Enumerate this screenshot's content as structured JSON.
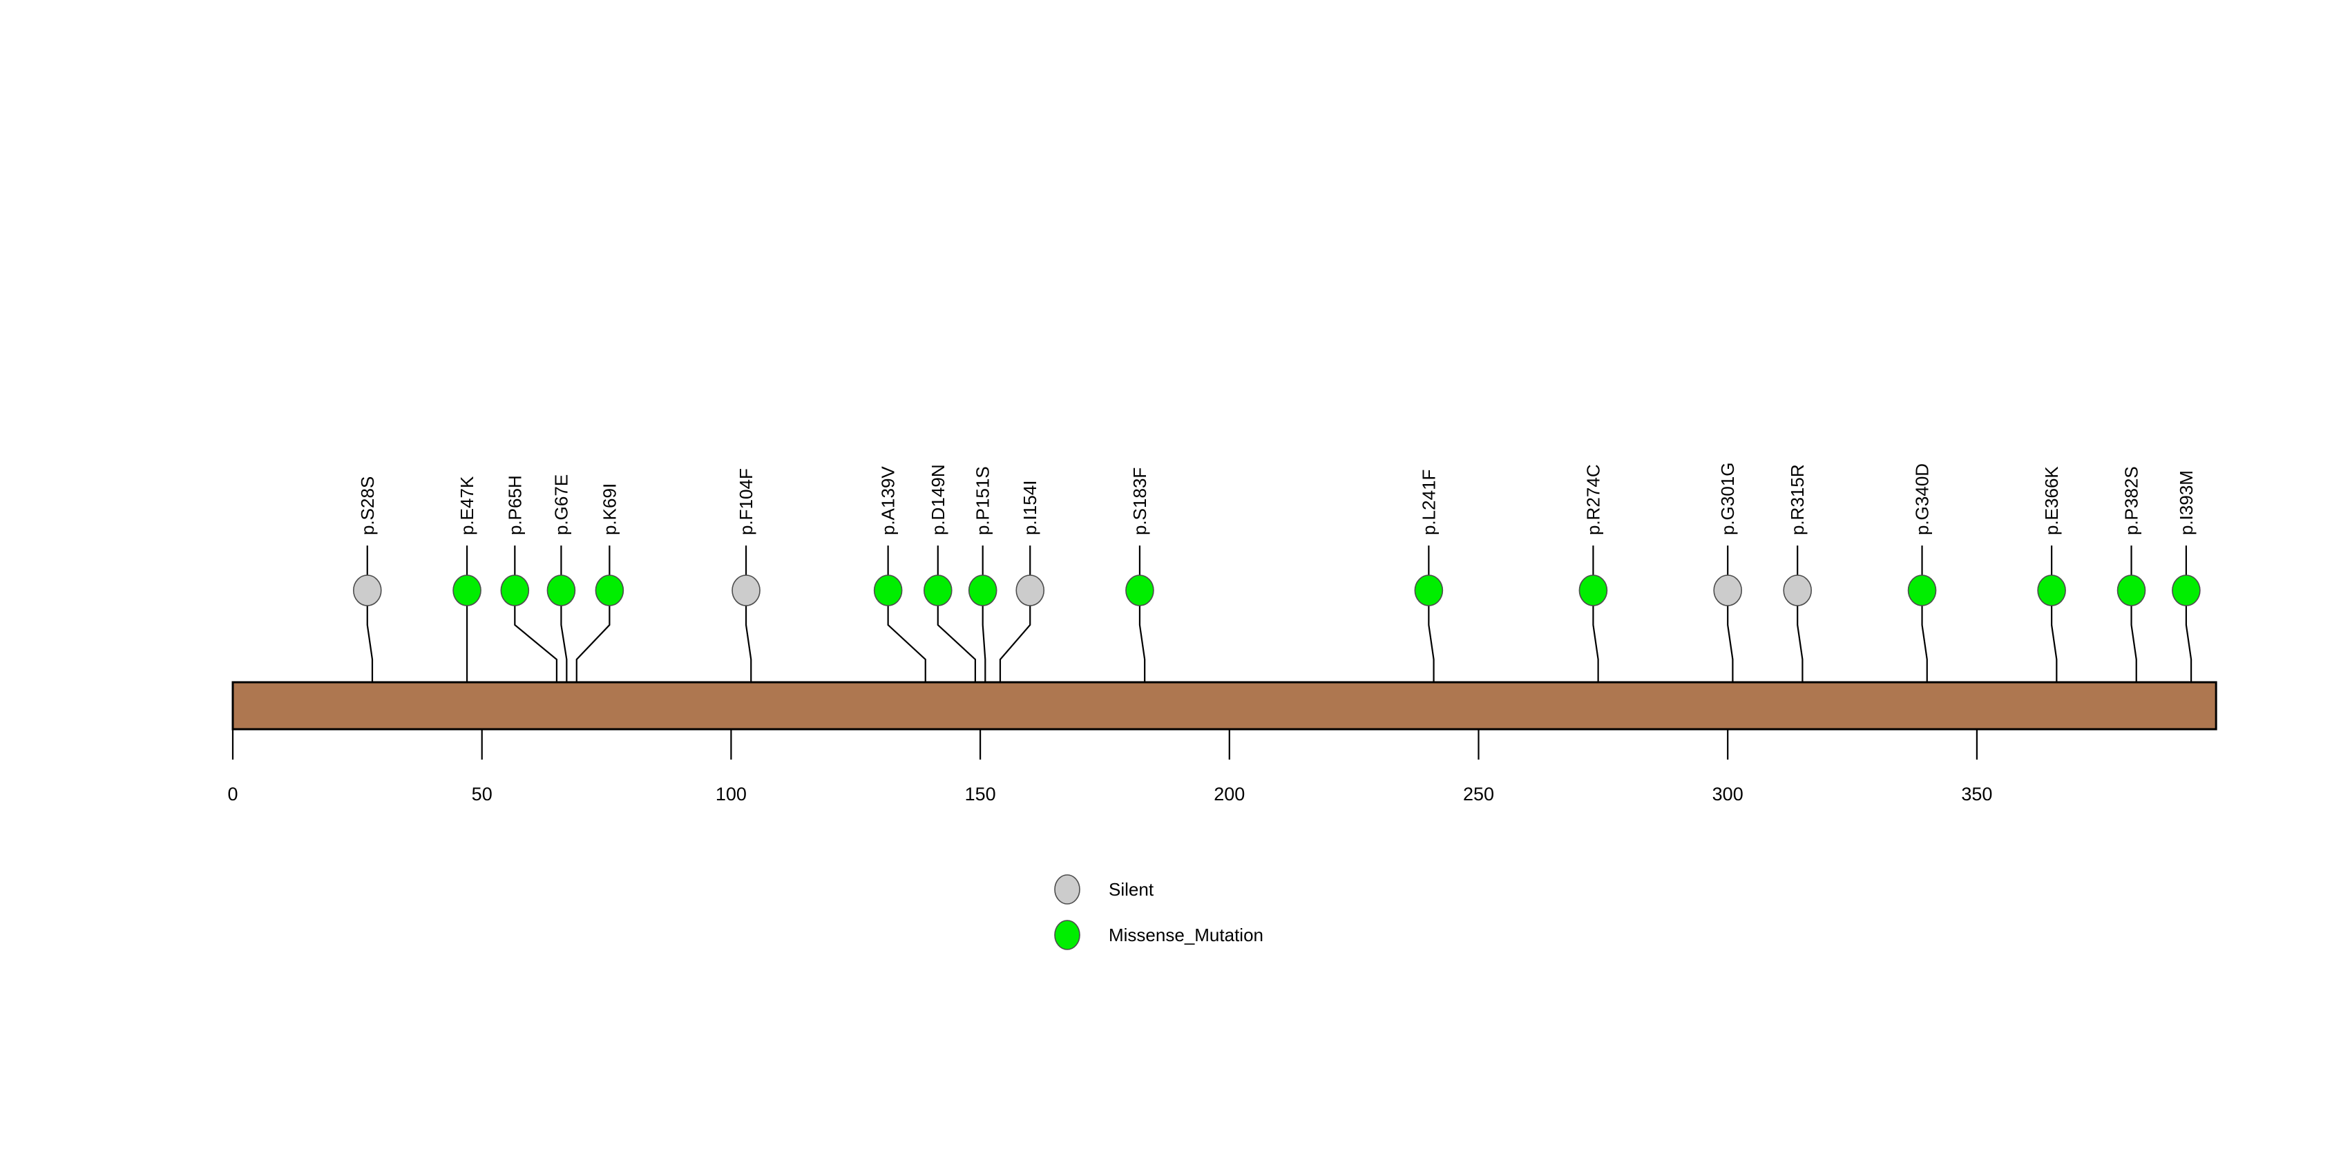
{
  "chart_data": {
    "type": "lollipop",
    "title": "",
    "xlabel": "",
    "ylabel": "",
    "xlim": [
      0,
      398
    ],
    "grid": false,
    "protein_length": 398,
    "axis_ticks": [
      0,
      50,
      100,
      150,
      200,
      250,
      300,
      350
    ],
    "axis_tick_labels": [
      "0",
      "50",
      "100",
      "150",
      "200",
      "250",
      "300",
      "350"
    ],
    "domain_track": {
      "name": "protein-backbone",
      "color": "#AE7750",
      "start": 0,
      "end": 398
    },
    "categories": [
      "Silent",
      "Missense_Mutation"
    ],
    "category_colors": {
      "Silent": "#CCCCCC",
      "Missense_Mutation": "#00EE00"
    },
    "mutations": [
      {
        "label": "p.S28S",
        "position": 28,
        "type": "Silent",
        "color": "#CCCCCC",
        "label_position": 27
      },
      {
        "label": "p.E47K",
        "position": 47,
        "type": "Missense_Mutation",
        "color": "#00EE00",
        "label_position": 47
      },
      {
        "label": "p.P65H",
        "position": 65,
        "type": "Missense_Mutation",
        "color": "#00EE00",
        "label_position": 56.6
      },
      {
        "label": "p.G67E",
        "position": 67,
        "type": "Missense_Mutation",
        "color": "#00EE00",
        "label_position": 65.9
      },
      {
        "label": "p.K69I",
        "position": 69,
        "type": "Missense_Mutation",
        "color": "#00EE00",
        "label_position": 75.6
      },
      {
        "label": "p.F104F",
        "position": 104,
        "type": "Silent",
        "color": "#CCCCCC",
        "label_position": 103
      },
      {
        "label": "p.A139V",
        "position": 139,
        "type": "Missense_Mutation",
        "color": "#00EE00",
        "label_position": 131.5
      },
      {
        "label": "p.D149N",
        "position": 149,
        "type": "Missense_Mutation",
        "color": "#00EE00",
        "label_position": 141.5
      },
      {
        "label": "p.P151S",
        "position": 151,
        "type": "Missense_Mutation",
        "color": "#00EE00",
        "label_position": 150.5
      },
      {
        "label": "p.I154I",
        "position": 154,
        "type": "Silent",
        "color": "#CCCCCC",
        "label_position": 160.0
      },
      {
        "label": "p.S183F",
        "position": 183,
        "type": "Missense_Mutation",
        "color": "#00EE00",
        "label_position": 182
      },
      {
        "label": "p.L241F",
        "position": 241,
        "type": "Missense_Mutation",
        "color": "#00EE00",
        "label_position": 240
      },
      {
        "label": "p.R274C",
        "position": 274,
        "type": "Missense_Mutation",
        "color": "#00EE00",
        "label_position": 273
      },
      {
        "label": "p.G301G",
        "position": 301,
        "type": "Silent",
        "color": "#CCCCCC",
        "label_position": 300
      },
      {
        "label": "p.R315R",
        "position": 315,
        "type": "Silent",
        "color": "#CCCCCC",
        "label_position": 314
      },
      {
        "label": "p.G340D",
        "position": 340,
        "type": "Missense_Mutation",
        "color": "#00EE00",
        "label_position": 339
      },
      {
        "label": "p.E366K",
        "position": 366,
        "type": "Missense_Mutation",
        "color": "#00EE00",
        "label_position": 365
      },
      {
        "label": "p.P382S",
        "position": 382,
        "type": "Missense_Mutation",
        "color": "#00EE00",
        "label_position": 381
      },
      {
        "label": "p.I393M",
        "position": 393,
        "type": "Missense_Mutation",
        "color": "#00EE00",
        "label_position": 392
      }
    ],
    "legend": {
      "position": "bottom-center",
      "entries": [
        {
          "label": "Silent",
          "color": "#CCCCCC"
        },
        {
          "label": "Missense_Mutation",
          "color": "#00EE00"
        }
      ]
    }
  }
}
